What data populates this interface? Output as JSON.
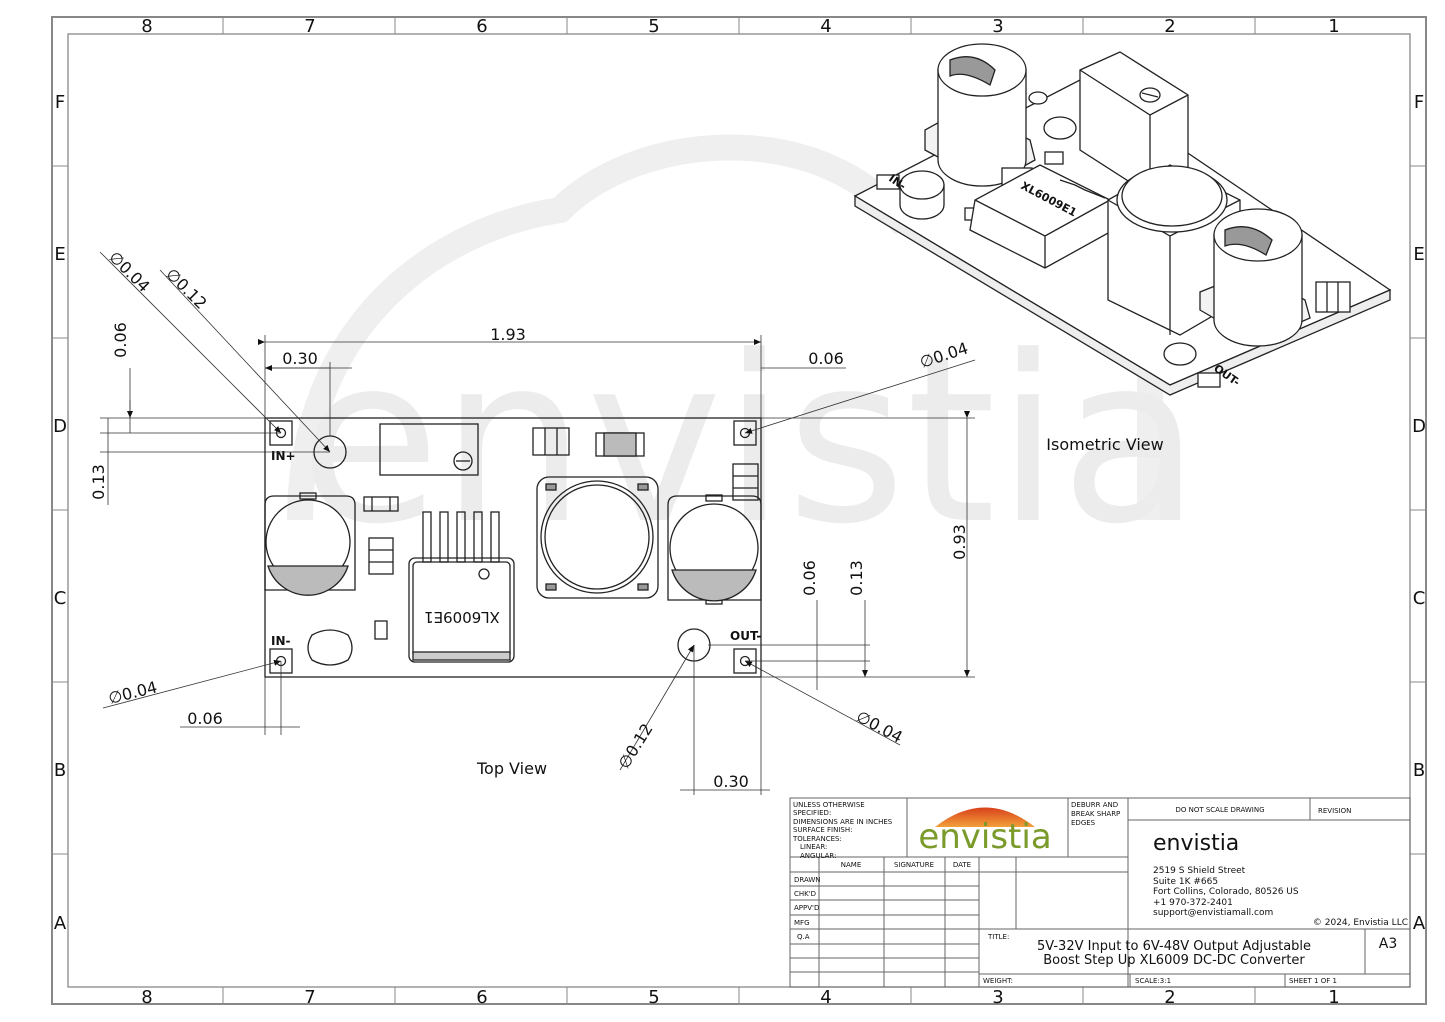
{
  "frame": {
    "columns": [
      "8",
      "7",
      "6",
      "5",
      "4",
      "3",
      "2",
      "1"
    ],
    "rows": [
      "F",
      "E",
      "D",
      "C",
      "B",
      "A"
    ]
  },
  "watermark": {
    "text": "envistia",
    "color": "#eeeeee"
  },
  "views": {
    "top": "Top View",
    "isometric": "Isometric View"
  },
  "pcb": {
    "labels": {
      "in_plus": "IN+",
      "in_minus": "IN-",
      "out_minus": "OUT-",
      "out_iso": "OUT-",
      "in_iso": "IN-"
    },
    "chip_marking": "XL6009E1"
  },
  "dimensions": {
    "overall_width": "1.93",
    "overall_height": "0.93",
    "hole_offset_x_top": "0.30",
    "hole_offset_x_bottom": "0.30",
    "pad_offset_top_right": "0.06",
    "pad_offset_bottom_left": "0.06",
    "pad_offset_left_vertical": "0.06",
    "hole_offset_left_vertical": "0.13",
    "pad_offset_right_vertical": "0.06",
    "hole_offset_right_vertical": "0.13",
    "dia_small_top_left": "∅0.04",
    "dia_large_top_left": "∅0.12",
    "dia_small_top_right": "∅0.04",
    "dia_small_bottom_left": "∅0.04",
    "dia_large_bottom_right": "∅0.12",
    "dia_small_bottom_right": "∅0.04"
  },
  "title_block": {
    "notes": [
      "UNLESS OTHERWISE",
      "SPECIFIED:",
      "DIMENSIONS ARE IN INCHES",
      "SURFACE FINISH:",
      "TOLERANCES:",
      "LINEAR:",
      "ANGULAR:"
    ],
    "logo_text": "envistia",
    "deburr": [
      "DEBURR AND",
      "BREAK SHARP",
      "EDGES"
    ],
    "do_not_scale": "DO NOT SCALE DRAWING",
    "revision": "REVISION",
    "company": "envistia",
    "address": [
      "2519 S Shield Street",
      "Suite 1K #665",
      "Fort Collins, Colorado, 80526 US",
      "+1 970-372-2401",
      "support@envistiamall.com"
    ],
    "copyright": "© 2024, Envistia LLC",
    "columns": {
      "name": "NAME",
      "signature": "SIGNATURE",
      "date": "DATE"
    },
    "rows": [
      "DRAWN",
      "CHK'D",
      "APPV'D",
      "MFG",
      "Q.A"
    ],
    "title_label": "TITLE:",
    "title_lines": [
      "5V-32V Input to 6V-48V Output Adjustable",
      "Boost Step Up XL6009 DC-DC Converter"
    ],
    "size": "A3",
    "weight": "WEIGHT:",
    "scale": "SCALE:3:1",
    "sheet": "SHEET 1 OF 1",
    "logo_sun_color": "#e8541e",
    "logo_text_color": "#7a9a2a"
  }
}
